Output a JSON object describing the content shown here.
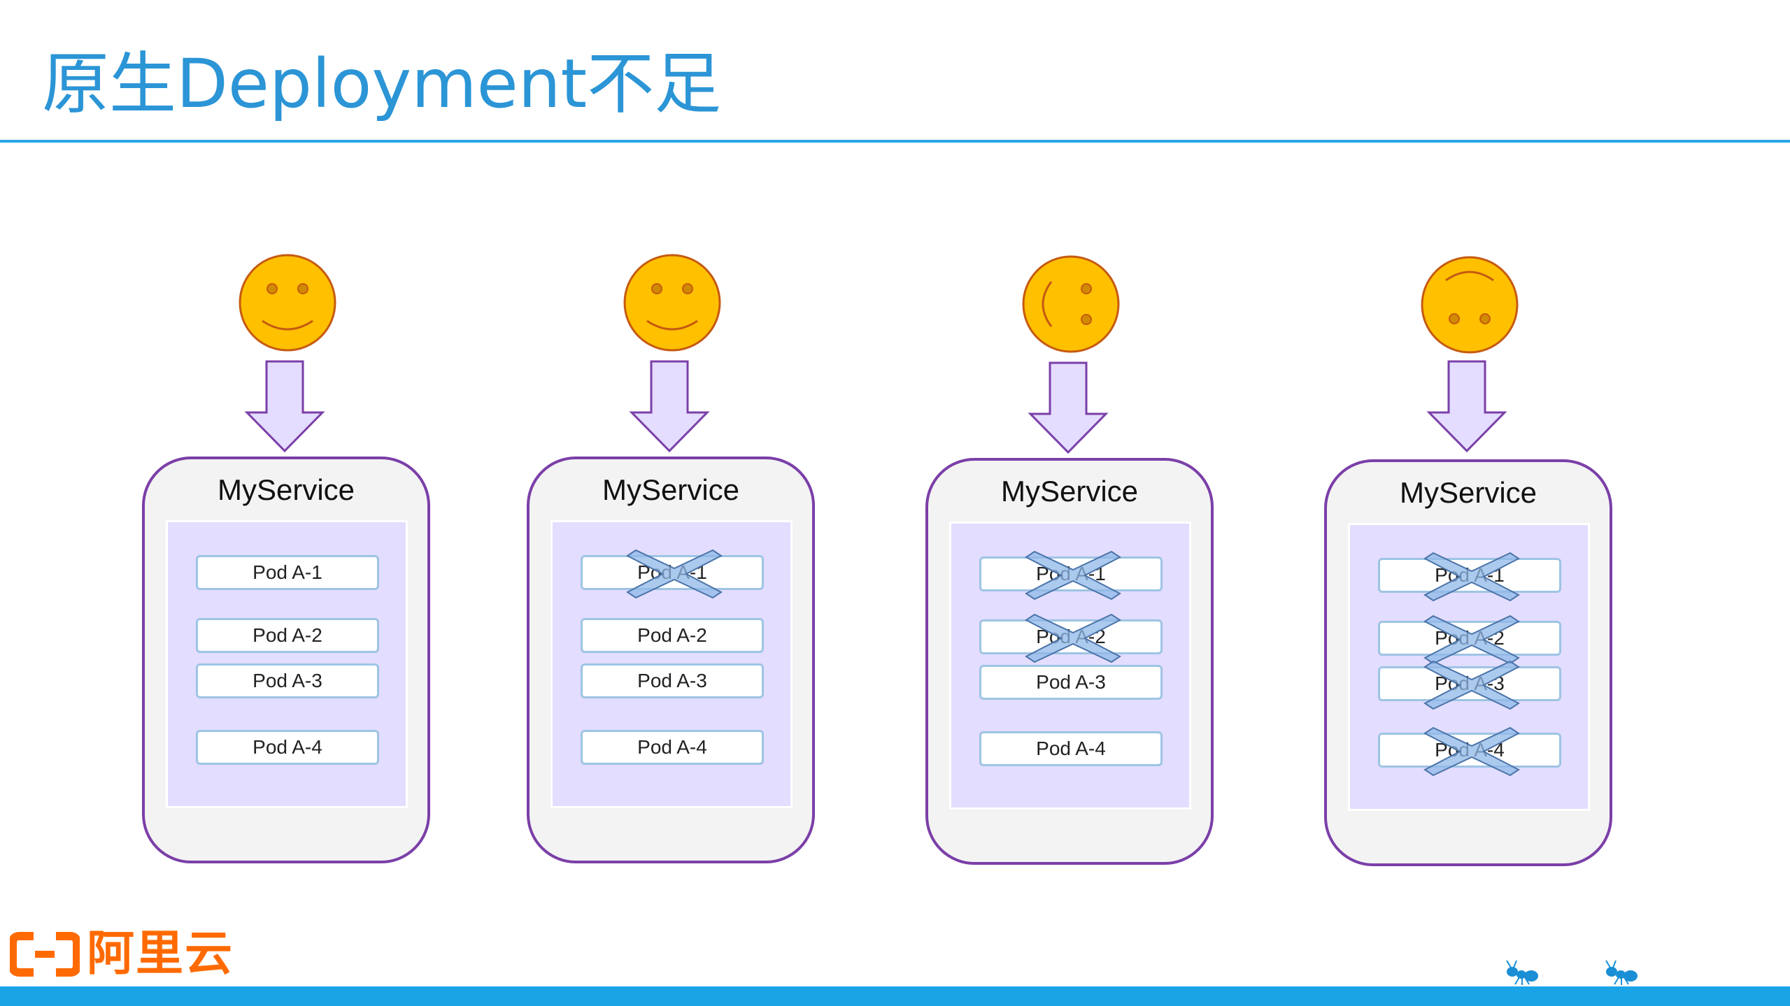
{
  "title": "原生Deployment不足",
  "logo": {
    "text": "阿里云"
  },
  "colors": {
    "accent": "#2aa6e8",
    "brand": "#ff6a00",
    "face": "#ffc000",
    "box_border": "#7b3fa8"
  },
  "panels": [
    {
      "face": "happy",
      "service": "MyService",
      "pods": [
        {
          "label": "Pod A-1",
          "failed": false
        },
        {
          "label": "Pod A-2",
          "failed": false
        },
        {
          "label": "Pod A-3",
          "failed": false
        },
        {
          "label": "Pod A-4",
          "failed": false
        }
      ]
    },
    {
      "face": "happy",
      "service": "MyService",
      "pods": [
        {
          "label": "Pod A-1",
          "failed": true
        },
        {
          "label": "Pod A-2",
          "failed": false
        },
        {
          "label": "Pod A-3",
          "failed": false
        },
        {
          "label": "Pod A-4",
          "failed": false
        }
      ]
    },
    {
      "face": "uneasy",
      "service": "MyService",
      "pods": [
        {
          "label": "Pod A-1",
          "failed": true
        },
        {
          "label": "Pod A-2",
          "failed": true
        },
        {
          "label": "Pod A-3",
          "failed": false
        },
        {
          "label": "Pod A-4",
          "failed": false
        }
      ]
    },
    {
      "face": "sad",
      "service": "MyService",
      "pods": [
        {
          "label": "Pod A-1",
          "failed": true
        },
        {
          "label": "Pod A-2",
          "failed": true
        },
        {
          "label": "Pod A-3",
          "failed": true
        },
        {
          "label": "Pod A-4",
          "failed": true
        }
      ]
    }
  ]
}
